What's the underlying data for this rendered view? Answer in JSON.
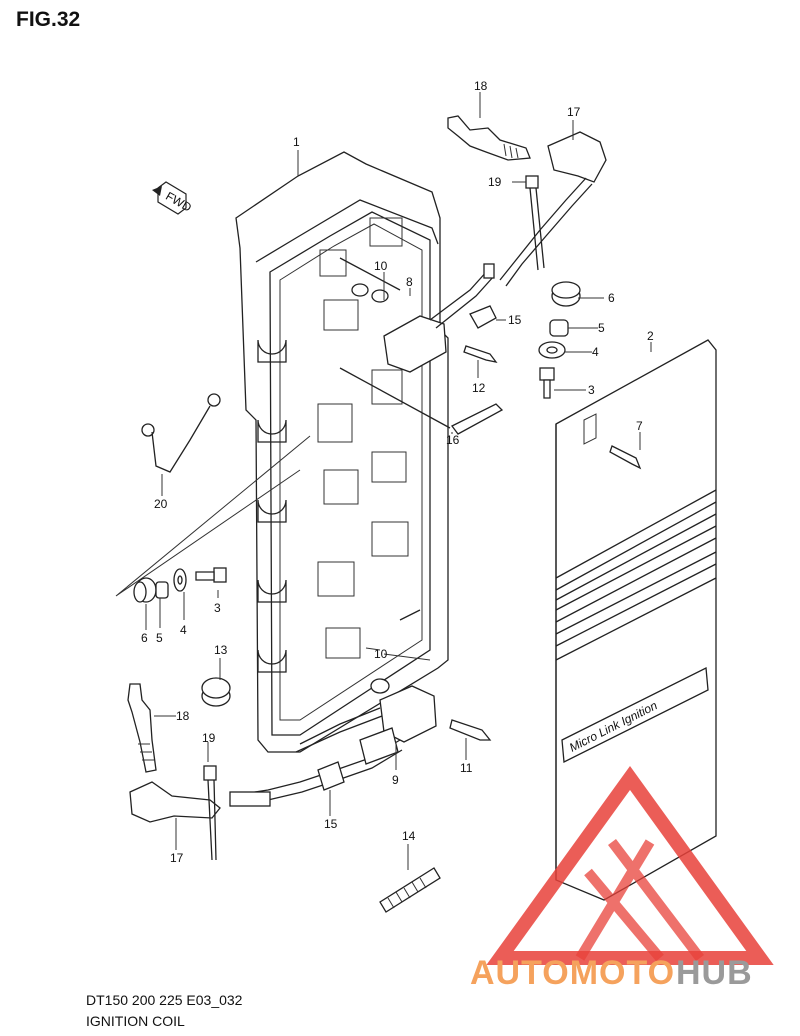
{
  "figure": {
    "title": "FIG.32",
    "code": "DT150 200 225 E03_032",
    "name": "IGNITION COIL",
    "fwd_label": "FWD",
    "cover_text": "Micro Link Ignition"
  },
  "callouts": [
    {
      "id": "c1",
      "text": "1"
    },
    {
      "id": "c2",
      "text": "2"
    },
    {
      "id": "c3a",
      "text": "3"
    },
    {
      "id": "c3b",
      "text": "3"
    },
    {
      "id": "c4a",
      "text": "4"
    },
    {
      "id": "c4b",
      "text": "4"
    },
    {
      "id": "c5a",
      "text": "5"
    },
    {
      "id": "c5b",
      "text": "5"
    },
    {
      "id": "c6a",
      "text": "6"
    },
    {
      "id": "c6b",
      "text": "6"
    },
    {
      "id": "c7",
      "text": "7"
    },
    {
      "id": "c8",
      "text": "8"
    },
    {
      "id": "c9",
      "text": "9"
    },
    {
      "id": "c10a",
      "text": "10"
    },
    {
      "id": "c10b",
      "text": "10"
    },
    {
      "id": "c11",
      "text": "11"
    },
    {
      "id": "c12",
      "text": "12"
    },
    {
      "id": "c13",
      "text": "13"
    },
    {
      "id": "c14",
      "text": "14"
    },
    {
      "id": "c15a",
      "text": "15"
    },
    {
      "id": "c15b",
      "text": "15"
    },
    {
      "id": "c16",
      "text": "16"
    },
    {
      "id": "c17a",
      "text": "17"
    },
    {
      "id": "c17b",
      "text": "17"
    },
    {
      "id": "c18a",
      "text": "18"
    },
    {
      "id": "c18b",
      "text": "18"
    },
    {
      "id": "c19a",
      "text": "19"
    },
    {
      "id": "c19b",
      "text": "19"
    },
    {
      "id": "c20",
      "text": "20"
    }
  ],
  "watermark": {
    "text_orange": "AUTOMOTO",
    "text_gray": "HUB",
    "color_orange": "#F5A25D",
    "color_gray": "#9A9A9A",
    "color_red": "#E8413A"
  }
}
